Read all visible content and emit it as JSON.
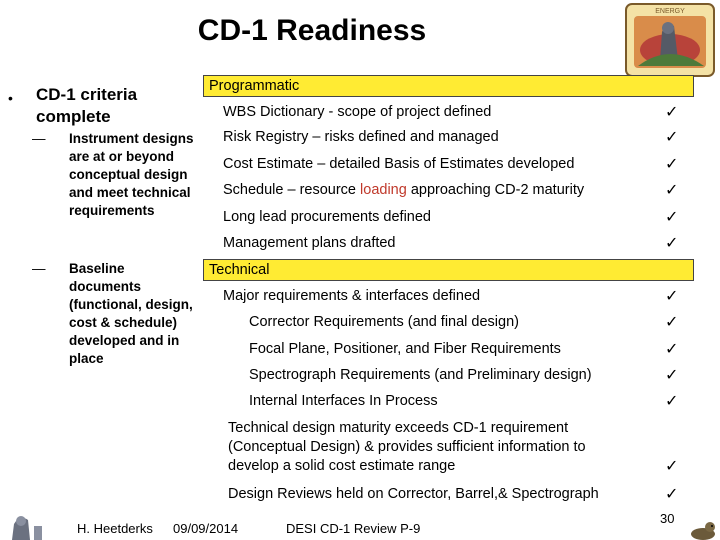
{
  "slide": {
    "title": "CD-1 Readiness"
  },
  "left": {
    "bullet": "•",
    "heading": "CD-1 criteria complete",
    "dash": "—",
    "sub_items": [
      "Instrument designs are at or beyond conceptual design and meet technical requirements",
      "Baseline documents (functional, design, cost & schedule) developed and in place"
    ]
  },
  "table": {
    "check": "✓",
    "programmatic_header": "Programmatic",
    "programmatic": [
      {
        "text": "WBS Dictionary -  scope of project defined"
      },
      {
        "text": "Risk Registry – risks defined and managed"
      },
      {
        "text": "Cost Estimate – detailed Basis of Estimates developed"
      },
      {
        "pre": "Schedule – resource ",
        "highlight": "loading",
        "post": " approaching CD-2 maturity"
      },
      {
        "text": "Long lead procurements defined"
      },
      {
        "text": "Management plans drafted"
      }
    ],
    "technical_header": "Technical",
    "technical": [
      {
        "text": "Major requirements & interfaces defined"
      },
      {
        "text": "Corrector Requirements  (and final design)"
      },
      {
        "text": "Focal Plane, Positioner, and Fiber Requirements"
      },
      {
        "text": "Spectrograph Requirements  (and Preliminary design)"
      },
      {
        "text": "Internal Interfaces In Process"
      },
      {
        "line1": "Technical design maturity exceeds CD-1 requirement",
        "line2": "(Conceptual Design) & provides sufficient information to",
        "line3": "develop a solid cost estimate range"
      },
      {
        "text": "Design Reviews held on Corrector, Barrel,& Spectrograph"
      }
    ]
  },
  "footer": {
    "author": "H. Heetderks",
    "date": "09/09/2014",
    "event": "DESI CD-1 Review  P-9",
    "page": "30"
  },
  "logo": {
    "text": "ENERGY"
  }
}
